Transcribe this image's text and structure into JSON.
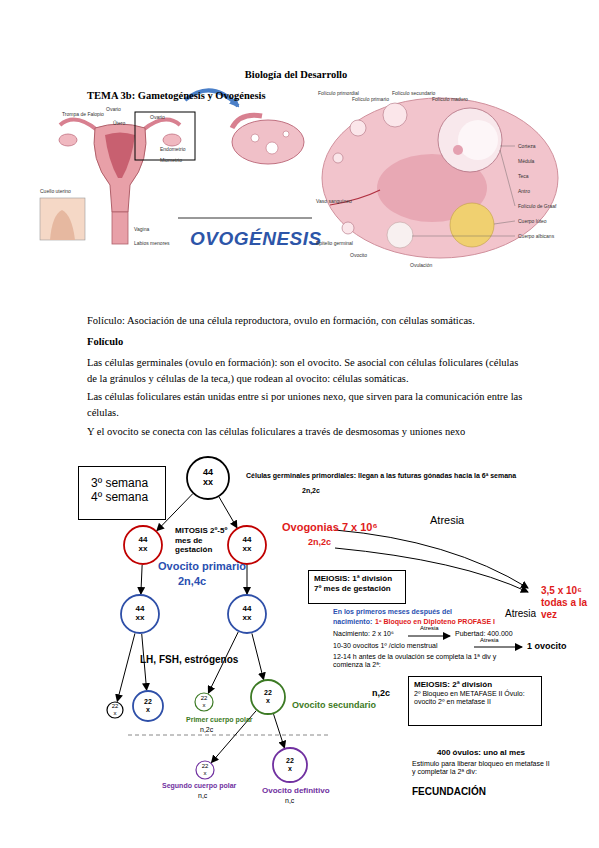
{
  "diagram": {
    "title": "Biología del Desarrollo",
    "nodes": [
      {
        "text": [
          "3º semana 4º semana"
        ]
      },
      {
        "text": [
          "44 xx"
        ]
      },
      {
        "text": [
          "44 xx"
        ]
      },
      {
        "text": [
          "44 xx"
        ]
      },
      {
        "text": [
          "MEIOSIS: 1ª división 7º mes de gestación"
        ]
      },
      {
        "text": [
          "44 xx"
        ]
      },
      {
        "text": [
          "44 xx"
        ]
      },
      {
        "text": [
          "22 x"
        ]
      },
      {
        "text": [
          "22 x"
        ]
      },
      {
        "text": [
          "22 x"
        ]
      },
      {
        "text": [
          "22 x"
        ]
      },
      {
        "text": [
          "MEIOSIS: 2ª división",
          "2º Bloqueo en METAFASE II Óvulo: ovocito 2º en metafase II"
        ]
      },
      {
        "text": [
          "22 x"
        ]
      },
      {
        "text": [
          "22 x"
        ]
      }
    ],
    "edges": [
      {
        "from": 1,
        "to": 2,
        "arrow": "to"
      },
      {
        "from": 1,
        "to": 3,
        "arrow": "to"
      },
      {
        "from": 2,
        "to": 5,
        "arrow": "to"
      },
      {
        "from": 3,
        "to": 6,
        "arrow": "to"
      },
      {
        "from": 5,
        "to": 7,
        "arrow": "to"
      },
      {
        "from": 5,
        "to": 8,
        "arrow": "to"
      },
      {
        "from": 6,
        "to": 9,
        "arrow": "to"
      },
      {
        "from": 6,
        "to": 10,
        "arrow": "to"
      },
      {
        "from": 10,
        "to": 12,
        "arrow": "to"
      },
      {
        "from": 10,
        "to": 13,
        "arrow": "to"
      }
    ],
    "labels": [
      "TEMA 3b: Gametogénesis y Ovogénesis",
      "Trompa de Falopio",
      "Ovario",
      "Ovario",
      "Útero",
      "Endometrio",
      "Miometrio",
      "Cuello uterino",
      "Vagina",
      "Labios menores",
      "OVOGÉNESIS",
      "Vaso sanguíneo",
      "Folículo primordial",
      "Folículo primario",
      "Folículo secundario",
      "Folículo maduro",
      "Corteza",
      "Médula",
      "Teca",
      "Antro",
      "Folículo de Graaf",
      "Cuerpo lúteo",
      "Cuerpo albicans",
      "Epitelio germinal",
      "Ovocito",
      "Ovulación",
      "Folículo: Asociación de una célula reproductora, ovulo en formación, con células somáticas.",
      "Folículo",
      "Las células germinales (ovulo en formación): son el ovocito. Se asocial con células foliculares (células de la gránulos y células de la teca,) que rodean al ovocito: células somáticas.",
      "Las células foliculares están unidas entre si por uniones nexo, que sirven para la comunicación entre las células.",
      "Y el ovocito se conecta con las células foliculares a través de desmosomas y uniones nexo",
      "Células germinales primordiales: llegan a las futuras gónadas hacia la 6ª semana",
      "2n,2c",
      "MITOSIS 2º-5º mes de gestación",
      "Ovogonias 7 x 10⁶",
      "2n,2c",
      "Atresia",
      "3,5 x 10⁶ todas a la vez",
      "Atresia",
      "Ovocito primario",
      "2n,4c",
      "En los primeros meses después del",
      "nacimiento:",
      "1º Bloqueo en Diploteno PROFASE I",
      "Nacimiento: 2 x 10⁶",
      "Atresia",
      "Pubertad: 400.000",
      "10-30 ovocitos 1º /ciclo menstrual",
      "Atresia",
      "1 ovocito",
      "12-14 h antes de la ovulación se completa la 1ª div y comienza la 2ª:",
      "LH, FSH, estrógenos",
      "Primer cuerpo polar",
      "n,2c",
      "Ovocito secundario",
      "n,2c",
      "400 óvulos: uno al mes",
      "Estímulo para liberar bloqueo en metafase II y completar la 2ª div:",
      "FECUNDACIÓN",
      "Segundo cuerpo polar",
      "n,c",
      "Ovocito definitivo",
      "n,c"
    ]
  }
}
